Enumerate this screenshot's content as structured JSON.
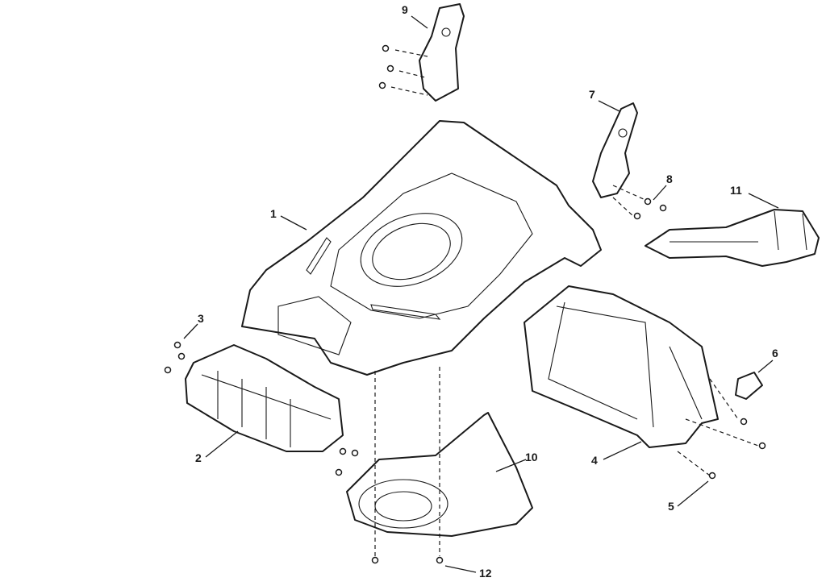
{
  "diagram": {
    "callouts": [
      {
        "id": "callout-1",
        "text": "1"
      },
      {
        "id": "callout-2",
        "text": "2"
      },
      {
        "id": "callout-3",
        "text": "3"
      },
      {
        "id": "callout-4",
        "text": "4"
      },
      {
        "id": "callout-5",
        "text": "5"
      },
      {
        "id": "callout-6",
        "text": "6"
      },
      {
        "id": "callout-7",
        "text": "7"
      },
      {
        "id": "callout-8",
        "text": "8"
      },
      {
        "id": "callout-9",
        "text": "9"
      },
      {
        "id": "callout-10",
        "text": "10"
      },
      {
        "id": "callout-11",
        "text": "11"
      },
      {
        "id": "callout-12",
        "text": "12"
      }
    ]
  }
}
